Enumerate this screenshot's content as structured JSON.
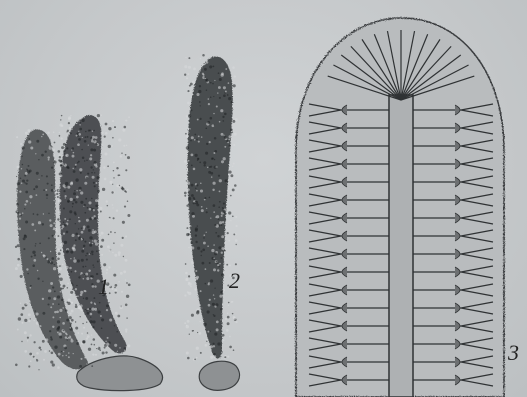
{
  "figure": {
    "labels": [
      "1",
      "2",
      "3"
    ],
    "specimens": [
      "sponge-pair",
      "single-sponge",
      "sponge-cross-section"
    ]
  },
  "colors": {
    "background": "#c8cbcd",
    "ink": "#222222"
  }
}
